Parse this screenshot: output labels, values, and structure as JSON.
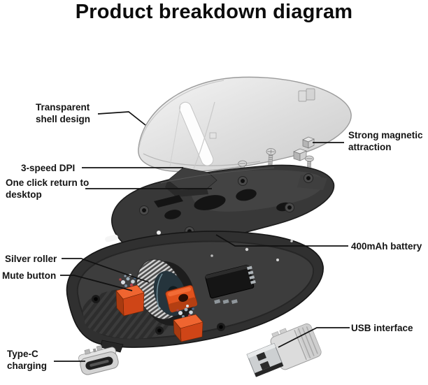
{
  "title": "Product breakdown diagram",
  "labels": {
    "transparent_shell": "Transparent shell design",
    "dpi": "3-speed DPI",
    "one_click": "One click return to desktop",
    "magnetic": "Strong magnetic attraction",
    "battery": "400mAh battery",
    "silver_roller": "Silver roller",
    "mute_button": "Mute button",
    "type_c": "Type-C charging",
    "usb": "USB interface"
  },
  "colors": {
    "background": "#ffffff",
    "text": "#141414",
    "leader_line": "#111111",
    "plastic_dark": "#383838",
    "shell_translucent": "#d9d9d9",
    "switch_orange": "#ef6530",
    "roller_silver": "#d6d6d6",
    "roller_core_teal": "#25343c"
  }
}
